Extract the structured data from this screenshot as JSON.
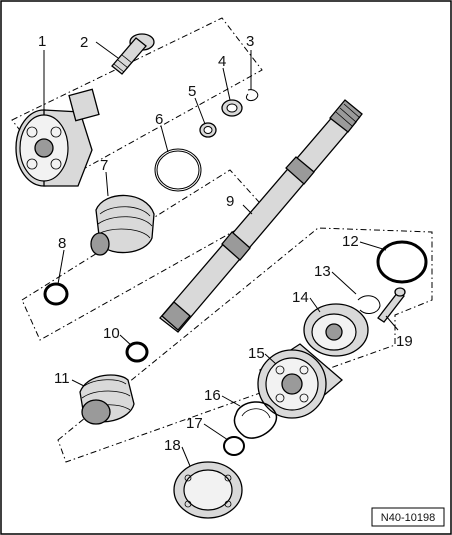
{
  "figure": {
    "reference_code": "N40-10198",
    "callouts": [
      "1",
      "2",
      "3",
      "4",
      "5",
      "6",
      "7",
      "8",
      "9",
      "10",
      "11",
      "12",
      "13",
      "14",
      "15",
      "16",
      "17",
      "18",
      "19"
    ]
  }
}
